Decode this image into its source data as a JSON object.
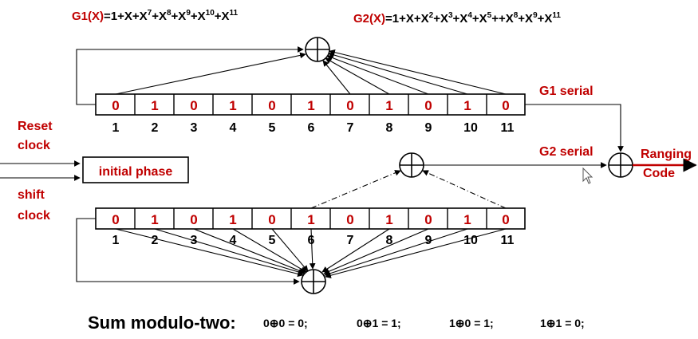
{
  "g1_poly": {
    "name": "G1(X)",
    "eq": "=1+X+X",
    "terms": [
      "7",
      "8",
      "9",
      "10",
      "11"
    ]
  },
  "g2_poly": {
    "name": "G2(X)",
    "eq": "=1+X+X",
    "terms": [
      "2",
      "3",
      "4",
      "5",
      "+",
      "8",
      "9",
      "11"
    ]
  },
  "g1_register": {
    "bits": [
      "0",
      "1",
      "0",
      "1",
      "0",
      "1",
      "0",
      "1",
      "0",
      "1",
      "0"
    ],
    "indices": [
      "1",
      "2",
      "3",
      "4",
      "5",
      "6",
      "7",
      "8",
      "9",
      "10",
      "11"
    ]
  },
  "g2_register": {
    "bits": [
      "0",
      "1",
      "0",
      "1",
      "0",
      "1",
      "0",
      "1",
      "0",
      "1",
      "0"
    ],
    "indices": [
      "1",
      "2",
      "3",
      "4",
      "5",
      "6",
      "7",
      "8",
      "9",
      "10",
      "11"
    ]
  },
  "labels": {
    "reset": "Reset",
    "reset_clock": "clock",
    "shift": "shift",
    "shift_clock": "clock",
    "initial_phase": "initial phase",
    "g1_serial": "G1 serial",
    "g2_serial": "G2 serial",
    "ranging": "Ranging",
    "code": "Code"
  },
  "sum_rule": {
    "title": "Sum modulo-two:",
    "rules": [
      "0⊕0 = 0;",
      "0⊕1 = 1;",
      "1⊕0 = 1;",
      "1⊕1 = 0;"
    ]
  }
}
